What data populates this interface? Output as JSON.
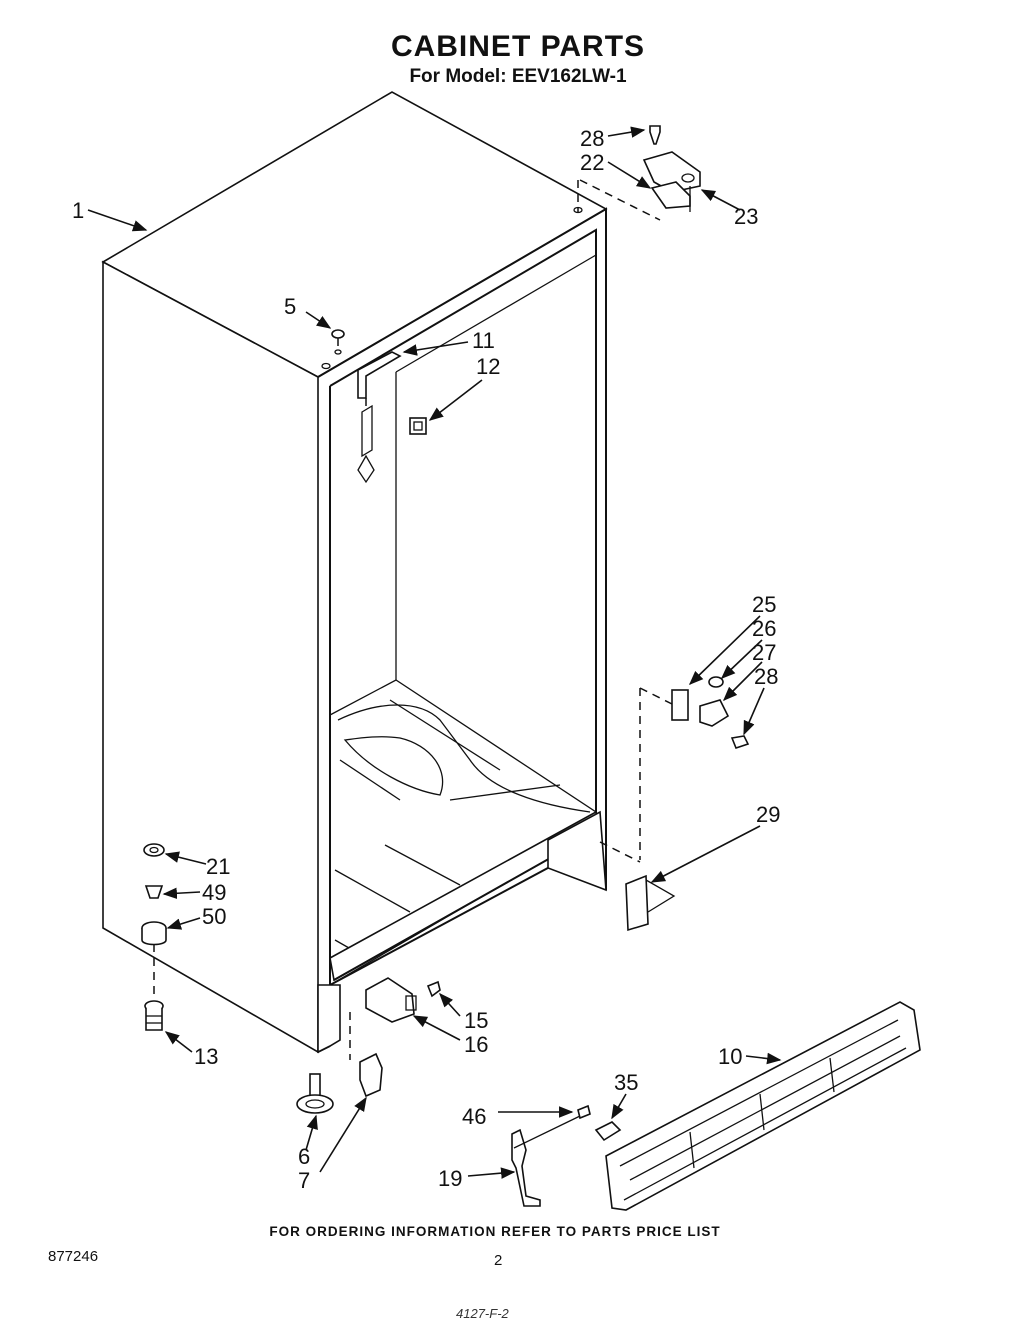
{
  "title": "CABINET PARTS",
  "subtitle": "For Model: EEV162LW-1",
  "footer": "FOR ORDERING INFORMATION REFER TO PARTS PRICE LIST",
  "doc_number": "877246",
  "page_number": "2",
  "stamp": "4127-F-2",
  "callouts": {
    "c1": "1",
    "c5": "5",
    "c11": "11",
    "c12": "12",
    "c28a": "28",
    "c22": "22",
    "c23": "23",
    "c25": "25",
    "c26": "26",
    "c27": "27",
    "c28b": "28",
    "c29": "29",
    "c21": "21",
    "c49": "49",
    "c50": "50",
    "c13": "13",
    "c15": "15",
    "c16": "16",
    "c6": "6",
    "c7": "7",
    "c10": "10",
    "c35": "35",
    "c46": "46",
    "c19": "19"
  }
}
